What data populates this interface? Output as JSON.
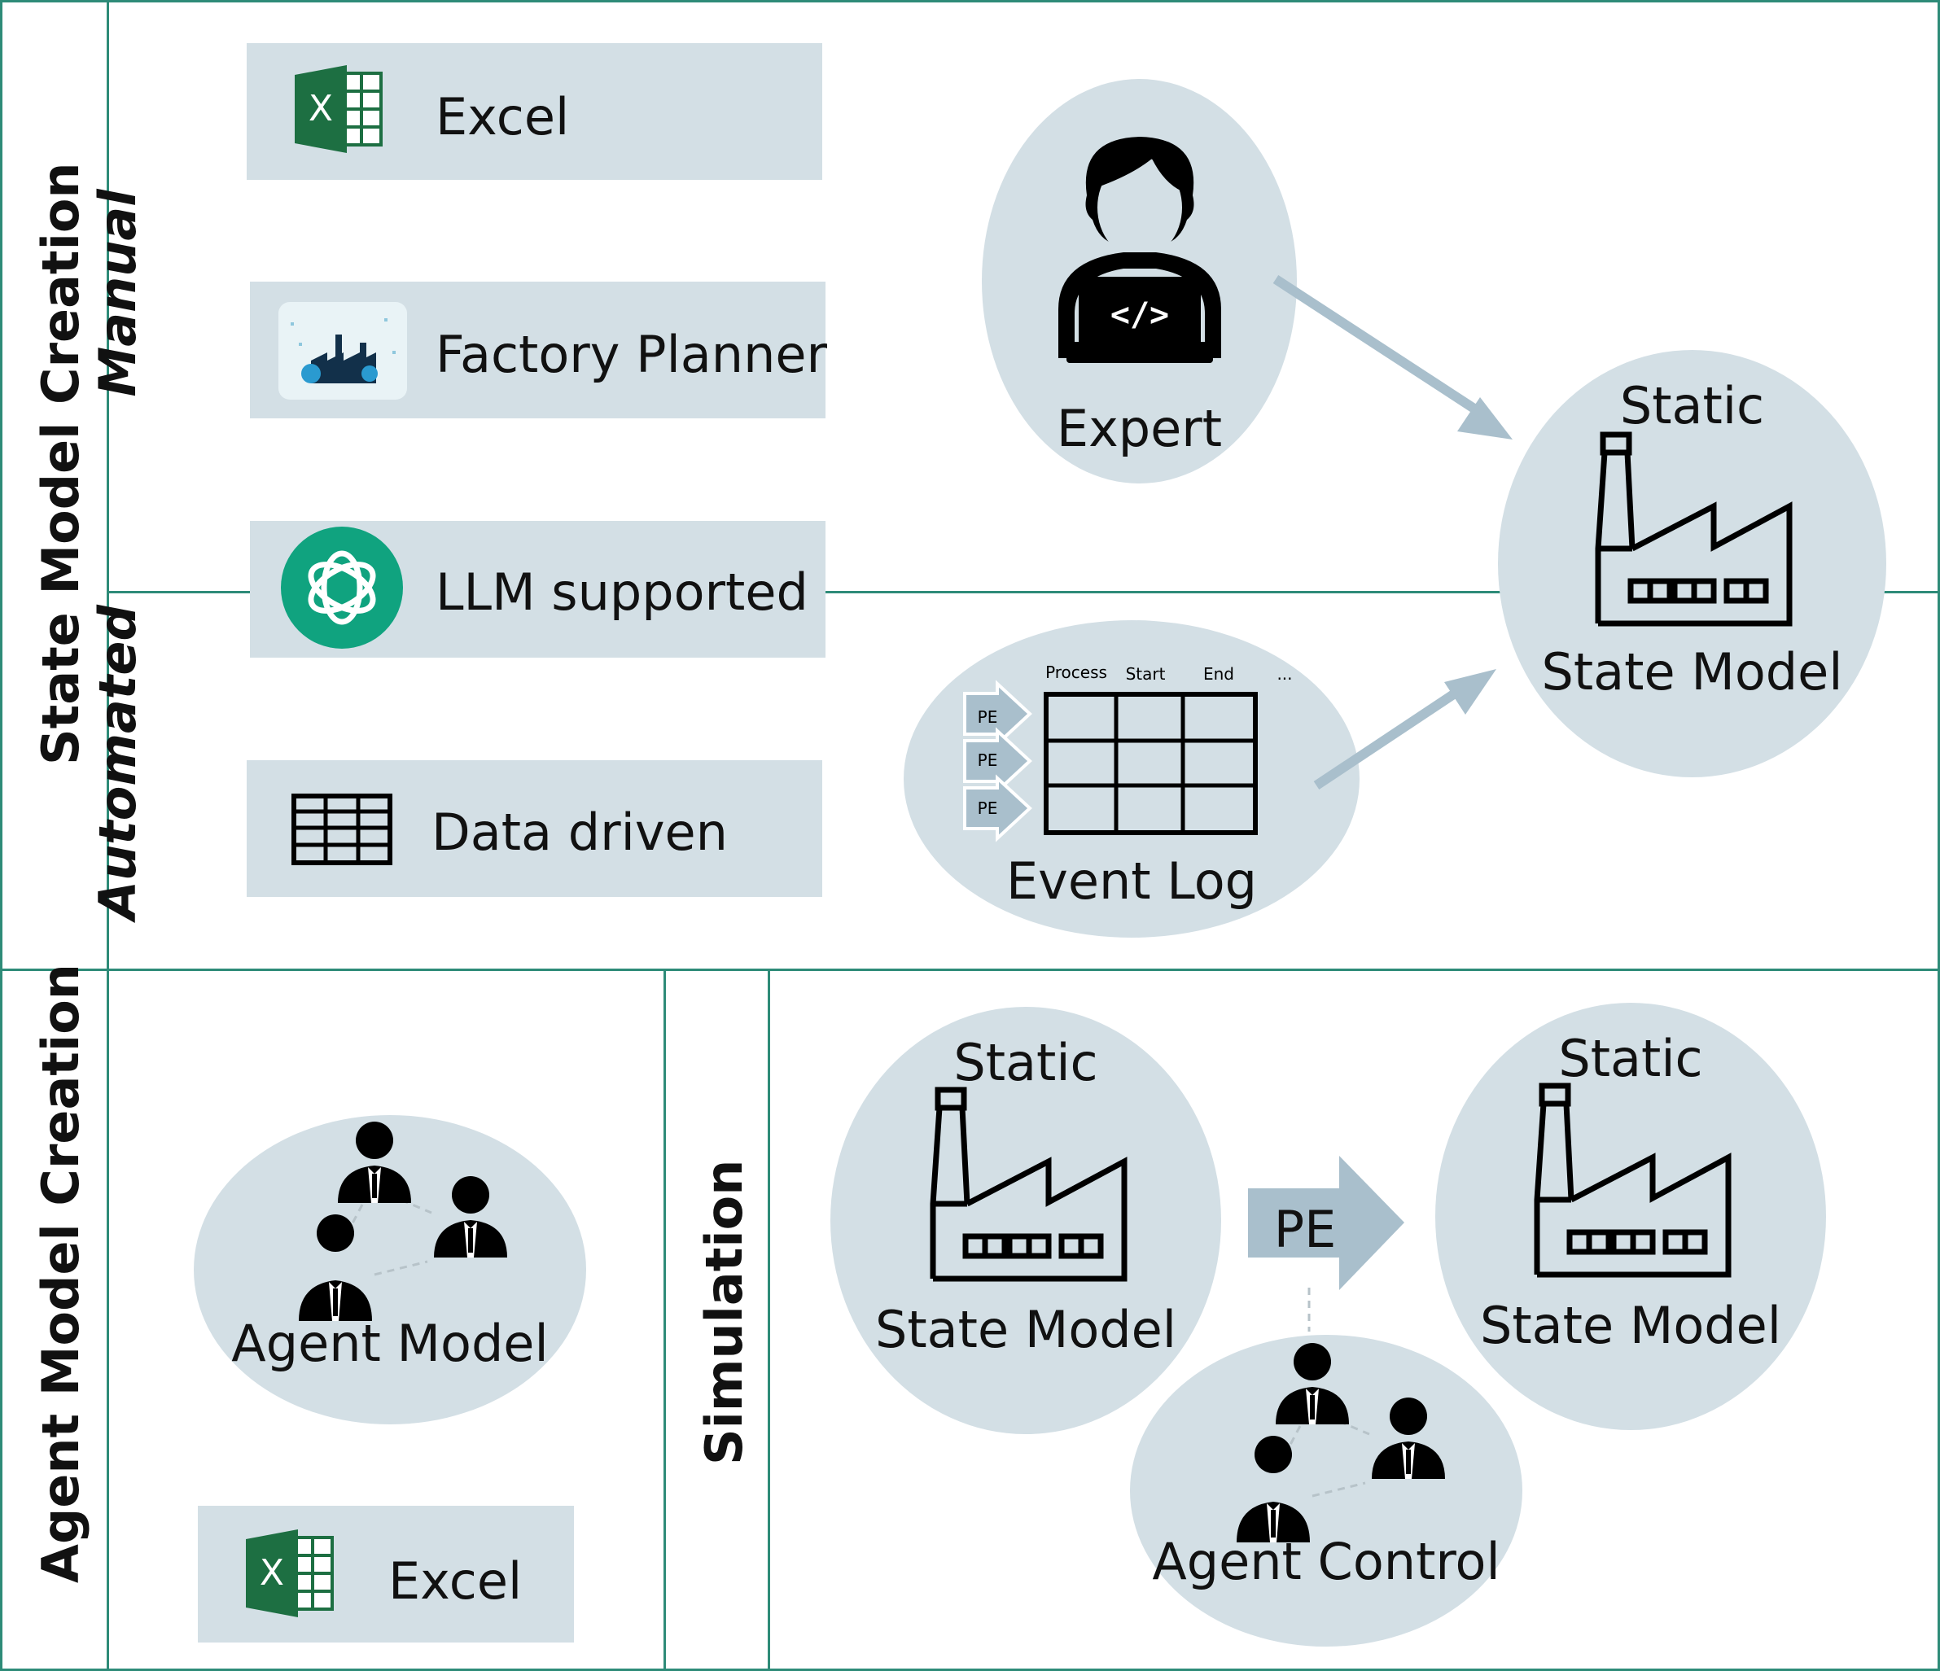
{
  "sections": {
    "state_model_creation": "State Model Creation",
    "agent_model_creation": "Agent Model Creation",
    "manual": "Manual",
    "automated": "Automated",
    "simulation": "Simulation"
  },
  "tools": {
    "excel_top": "Excel",
    "factory_planner": "Factory Planner",
    "llm_supported": "LLM supported",
    "data_driven": "Data driven",
    "excel_bottom": "Excel"
  },
  "nodes": {
    "expert": "Expert",
    "event_log": "Event Log",
    "event_log_headers": [
      "Process",
      "Start",
      "End",
      "..."
    ],
    "event_log_pe": [
      "PE",
      "PE",
      "PE"
    ],
    "static": "Static",
    "state_model": "State Model",
    "agent_model": "Agent Model",
    "agent_control": "Agent Control",
    "pe": "PE"
  },
  "icons": [
    "excel-icon",
    "factory-planner-icon",
    "llm-logo-icon",
    "table-icon",
    "expert-laptop-icon",
    "factory-icon",
    "agent-icon"
  ],
  "colors": {
    "teal_lines": "#2e8b78",
    "box_fill": "#d3dfe5",
    "arrow": "#a9bfcc",
    "excel_green": "#1d6f42",
    "llm_green": "#10a37f"
  }
}
